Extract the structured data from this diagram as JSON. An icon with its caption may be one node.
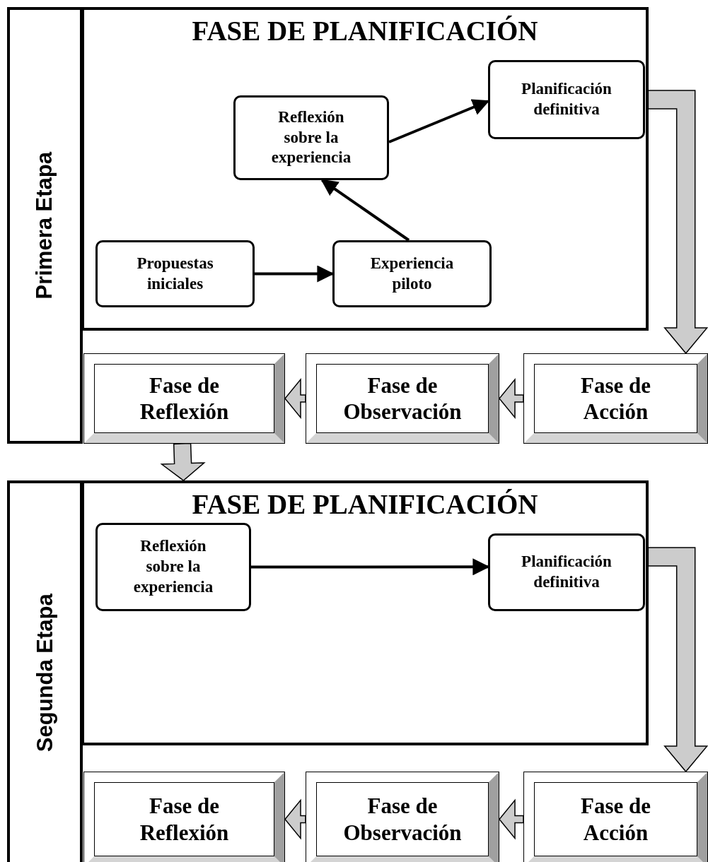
{
  "diagram": {
    "nodes": [
      {
        "text": [
          "Primera Etapa"
        ]
      },
      {
        "text": [
          "FASE DE PLANIFICACIÓN"
        ]
      },
      {
        "text": [
          "Reflexión sobre la experiencia"
        ],
        "in": 1
      },
      {
        "text": [
          "Planificación definitiva"
        ],
        "in": 1
      },
      {
        "text": [
          "Propuestas iniciales"
        ],
        "in": 1
      },
      {
        "text": [
          "Experiencia piloto"
        ],
        "in": 1
      },
      {
        "text": [
          "Fase de Reflexión"
        ]
      },
      {
        "text": [
          "Fase de Observación"
        ]
      },
      {
        "text": [
          "Fase de Acción"
        ]
      },
      {
        "text": [
          "Segunda Etapa"
        ]
      },
      {
        "text": [
          "FASE DE PLANIFICACIÓN"
        ]
      },
      {
        "text": [
          "Reflexión sobre la experiencia"
        ],
        "in": 10
      },
      {
        "text": [
          "Planificación definitiva"
        ],
        "in": 10
      },
      {
        "text": [
          "Fase de Reflexión"
        ]
      },
      {
        "text": [
          "Fase de Observación"
        ]
      },
      {
        "text": [
          "Fase de Acción"
        ]
      }
    ],
    "edges": [
      {
        "from": 4,
        "to": 5,
        "arrow": "to",
        "color": "#000000"
      },
      {
        "from": 5,
        "to": 2,
        "arrow": "to",
        "color": "#000000"
      },
      {
        "from": 2,
        "to": 3,
        "arrow": "to",
        "color": "#000000"
      },
      {
        "from": 3,
        "to": 8,
        "arrow": "to",
        "style": "thick"
      },
      {
        "from": 8,
        "to": 7,
        "arrow": "to",
        "style": "thick"
      },
      {
        "from": 7,
        "to": 6,
        "arrow": "to",
        "style": "thick"
      },
      {
        "from": 6,
        "to": 10,
        "arrow": "to",
        "style": "thick"
      },
      {
        "from": 11,
        "to": 12,
        "arrow": "to",
        "color": "#000000"
      },
      {
        "from": 12,
        "to": 15,
        "arrow": "to",
        "style": "thick"
      },
      {
        "from": 15,
        "to": 14,
        "arrow": "to",
        "style": "thick"
      },
      {
        "from": 14,
        "to": 13,
        "arrow": "to",
        "style": "thick"
      }
    ]
  }
}
